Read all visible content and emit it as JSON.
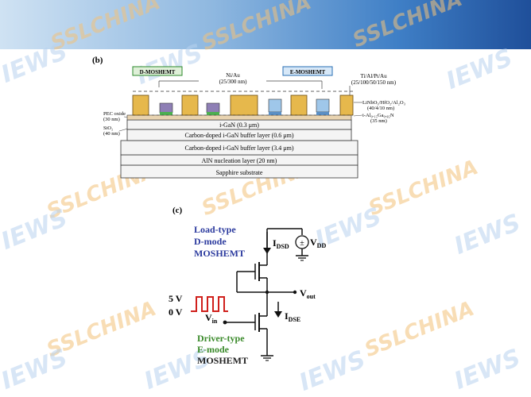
{
  "watermarks": {
    "ssl": "SSLCHINA",
    "iews": "IEWS"
  },
  "panel_b": {
    "label": "(b)",
    "dmode_tag": "D-MOSHEMT",
    "emode_tag": "E-MOSHEMT",
    "gate_metal": "Ni/Au",
    "gate_metal_thk": "(25/300 nm)",
    "ohmic_metal": "Ti/Al/Pt/Au",
    "ohmic_metal_thk": "(25/100/50/150 nm)",
    "pec_oxide": "PEC oxide",
    "pec_oxide_thk": "(30 nm)",
    "sio2": "SiO₂",
    "sio2_thk": "(40 nm)",
    "stack_right_1": "LiNbO₃/HfO₂/Al₂O₃",
    "stack_right_1_thk": "(40/4/10 nm)",
    "barrier": "i-Al₀.₁₅Ga₀.₈₅N",
    "barrier_thk": "(35 nm)",
    "layers": [
      "i-GaN (0.3 μm)",
      "Carbon-doped i-GaN buffer layer (0.6 μm)",
      "Carbon-doped i-GaN buffer layer (3.4 μm)",
      "AlN nucleation layer (20 nm)",
      "Sapphire substrate"
    ]
  },
  "panel_c": {
    "label": "(c)",
    "load_line1": "Load-type",
    "load_line2": "D-mode",
    "load_line3": "MOSHEMT",
    "driver_line1": "Driver-type",
    "driver_line2": "E-mode",
    "driver_line3": "MOSHEMT",
    "idsd": "I",
    "idsd_sub": "DSD",
    "idse": "I",
    "idse_sub": "DSE",
    "vdd": "V",
    "vdd_sub": "DD",
    "vout": "V",
    "vout_sub": "out",
    "vin": "V",
    "vin_sub": "in",
    "v_high": "5 V",
    "v_low": "0 V",
    "colors": {
      "load": "#2b3a9e",
      "driver": "#3a8a2a",
      "pulse": "#d0201c"
    }
  }
}
